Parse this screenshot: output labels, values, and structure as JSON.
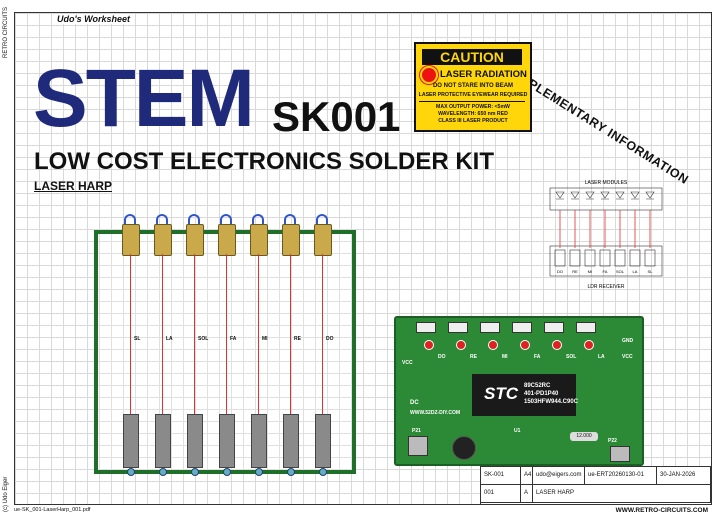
{
  "worksheet_title": "Udo's Worksheet",
  "side_top": "RETRO CIRCUITS",
  "side_bottom": "(c) Udo Eiger",
  "stem": "STEM",
  "kit_code": "SK001",
  "subtitle": "LOW COST ELECTRONICS SOLDER KIT",
  "project": "LASER HARP",
  "supplementary": "SUPPLEMENTARY INFORMATION",
  "caution": {
    "header": "CAUTION",
    "line1": "LASER RADIATION",
    "line2": "DO NOT STARE INTO BEAM",
    "line3": "LASER PROTECTIVE EYEWEAR REQUIRED",
    "line4": "MAX OUTPUT POWER: <5mW",
    "line5": "WAVELENGTH: 650 nm RED",
    "line6": "CLASS III LASER PRODUCT",
    "color": "#ffd60a"
  },
  "harp": {
    "strings": [
      "SL",
      "LA",
      "SOL",
      "FA",
      "MI",
      "RE",
      "DO"
    ],
    "frame_color": "#1f6e2a",
    "beam_color": "#e03030"
  },
  "schematic": {
    "top_label": "LASER MODULES",
    "bottom_label": "LDR RECEIVER",
    "notes": [
      "DO",
      "RE",
      "MI",
      "FA",
      "SOL",
      "LA",
      "SL"
    ]
  },
  "pcb": {
    "chip_brand": "STC",
    "chip_line1": "89C52RC",
    "chip_line2": "401-PD1P40",
    "chip_line3": "1503HFW944.C90C",
    "website": "WWW.52DZ-DIY.COM",
    "dc": "DC",
    "vcc_left": "VCC",
    "vcc_right": "VCC",
    "gnd": "GND",
    "p21": "P21",
    "p22": "P22",
    "crystal": "12.000",
    "u1": "U1",
    "top_notes": [
      "DO",
      "RE",
      "MI",
      "FA",
      "SOL",
      "LA"
    ],
    "color": "#2c8a36"
  },
  "title_block": {
    "row1": [
      "SK-001",
      "A4",
      "udo@eigers.com",
      "ue-ERT20260130-01",
      "30-JAN-2026"
    ],
    "row2": [
      "001",
      "A",
      "LASER HARP"
    ]
  },
  "footer_left": "ue-SK_001-LaserHarp_001.pdf",
  "footer_right": "WWW.RETRO-CIRCUITS.COM"
}
